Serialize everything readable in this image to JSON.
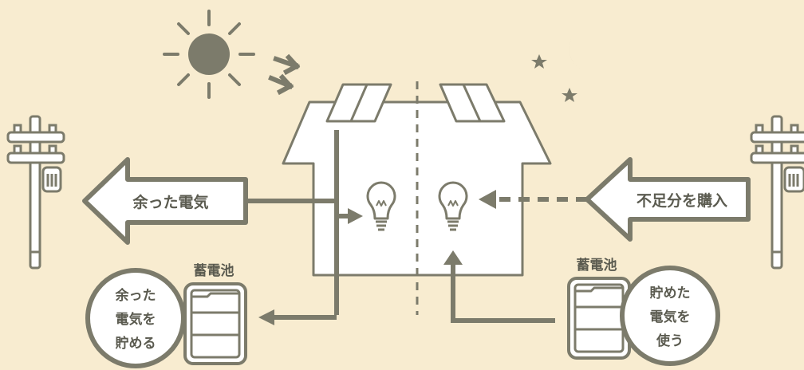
{
  "colors": {
    "background": "#f8ecd0",
    "primary": "#7c7b6b",
    "white": "#ffffff",
    "text": "#5b5b50"
  },
  "labels": {
    "surplus_arrow": "余った電気",
    "purchase_arrow": "不足分を購入",
    "battery_left_title": "蓄電池",
    "battery_right_title": "蓄電池",
    "store_circle": [
      "余った",
      "電気を",
      "貯める"
    ],
    "use_circle": [
      "貯めた",
      "電気を",
      "使う"
    ]
  },
  "icons": {
    "day": "sun-icon",
    "night": "moon-icon",
    "stars": "star-icon",
    "sunlight": "sunlight-arrow-icon",
    "lamp": "light-bulb-icon",
    "pole": "utility-pole-icon",
    "battery": "battery-icon"
  }
}
